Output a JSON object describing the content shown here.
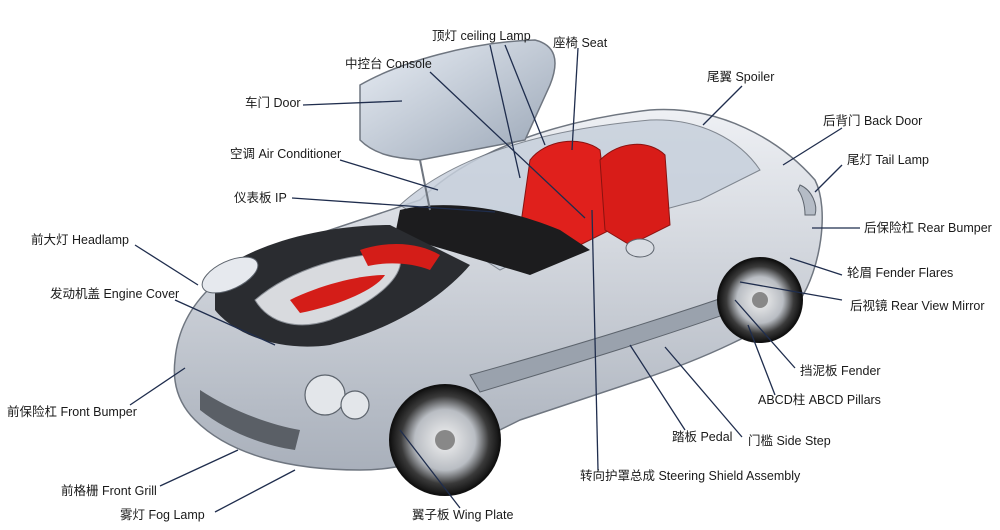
{
  "labels": {
    "ceiling_lamp": "顶灯 ceiling Lamp",
    "seat": "座椅 Seat",
    "console": "中控台 Console",
    "spoiler": "尾翼  Spoiler",
    "door": "车门 Door",
    "back_door": "后背门 Back Door",
    "air_conditioner": "空调 Air Conditioner",
    "tail_lamp": "尾灯 Tail Lamp",
    "ip": "仪表板 IP",
    "rear_bumper": "后保险杠 Rear Bumper",
    "headlamp": "前大灯 Headlamp",
    "fender_flares": "轮眉 Fender Flares",
    "engine_cover": "发动机盖 Engine Cover",
    "rear_view_mirror": "后视镜  Rear View Mirror",
    "fender": "挡泥板 Fender",
    "front_bumper": "前保险杠 Front Bumper",
    "abcd_pillars": "ABCD柱 ABCD Pillars",
    "pedal": "踏板 Pedal",
    "side_step": "门槛 Side Step",
    "front_grill": "前格栅 Front Grill",
    "steering_shield": "转向护罩总成 Steering Shield Assembly",
    "fog_lamp": "雾灯 Fog Lamp",
    "wing_plate": "翼子板 Wing Plate"
  },
  "colors": {
    "leader": "#1f2d4d",
    "body": "#c9ced6",
    "interior": "#e0201c"
  }
}
